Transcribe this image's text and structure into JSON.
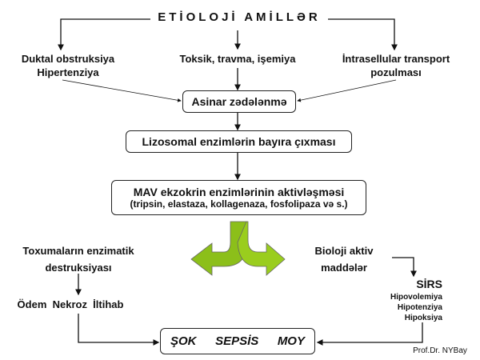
{
  "title": "ETİOLOJİ AMİLLƏR",
  "causes": [
    {
      "line1": "Duktal obstruksiya",
      "line2": "Hipertenziya"
    },
    {
      "line1": "Toksik, travma, işemiya"
    },
    {
      "line1": "İntrasellular transport",
      "line2": "pozulması"
    }
  ],
  "step1": "Asinar zədələnmə",
  "step2": "Lizosomal enzimlərin bayıra çıxması",
  "step3": {
    "line1": "MAV ekzokrin enzimlərinin aktivləşməsi",
    "line2": "(tripsin, elastaza, kollagenaza, fosfolipaza və s.)"
  },
  "left": {
    "line1": "Toxumaların enzimatik",
    "line2": "destruksiyası",
    "effects": "Ödem  Nekroz  İltihab"
  },
  "right": {
    "line1": "Bioloji aktiv",
    "line2": "maddələr",
    "sirs": "SİRS",
    "items": [
      "Hipovolemiya",
      "Hipotenziya",
      "Hipoksiya"
    ]
  },
  "outcome": [
    "ŞOK",
    "SEPSİS",
    "MOY"
  ],
  "author": "Prof.Dr. NYBay",
  "colors": {
    "arrow_left": "#8cbf1a",
    "arrow_right": "#9acd1e"
  }
}
